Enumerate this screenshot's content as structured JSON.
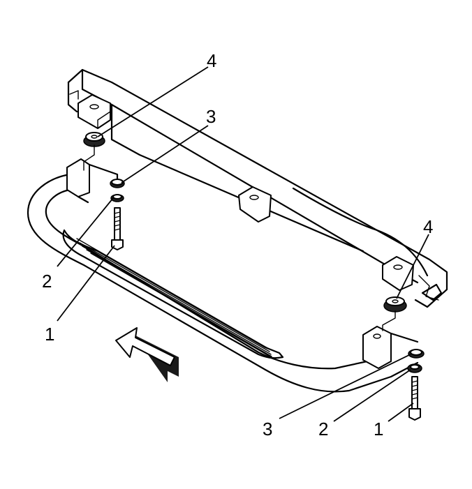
{
  "callouts": {
    "top_washer_label": "4",
    "top_flat_washer_label": "3",
    "top_lock_washer_label": "2",
    "top_bolt_label": "1",
    "right_washer_label": "4",
    "right_flat_washer_label": "3",
    "right_lock_washer_label": "2",
    "right_bolt_label": "1"
  },
  "colors": {
    "line": "#000000",
    "background": "#ffffff"
  },
  "icons": {
    "direction_arrow": "front-arrow-icon"
  }
}
